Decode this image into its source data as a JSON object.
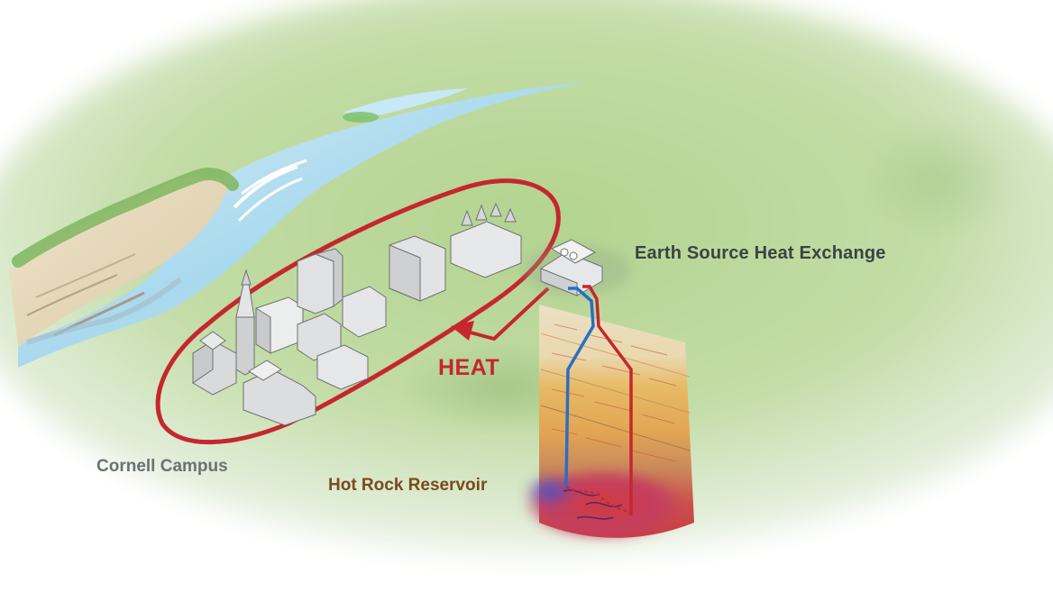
{
  "labels": {
    "exchange": "Earth Source Heat Exchange",
    "heat": "HEAT",
    "campus": "Cornell Campus",
    "reservoir": "Hot Rock Reservoir"
  },
  "colors": {
    "heat_red": "#c6262e",
    "cold_blue": "#2a6fc2",
    "exchange_text": "#3a4344",
    "campus_text": "#6b7172",
    "reservoir_text": "#7a4a1c",
    "ground_green": "#b9d79a",
    "water_blue": "#bfe3f2",
    "building_gray": "#d6d7d8",
    "rock_orange": "#eab45a",
    "reservoir_red": "#c8323a",
    "reservoir_purple": "#6b4bb3"
  },
  "icons": {
    "heat_arrow": "arrow-left-icon",
    "exchange_building": "heat-exchange-building-icon",
    "campus_buildings": "campus-buildings-icon",
    "river": "river-icon",
    "cliff": "cliff-icon",
    "rock_layers": "rock-strata-icon"
  }
}
